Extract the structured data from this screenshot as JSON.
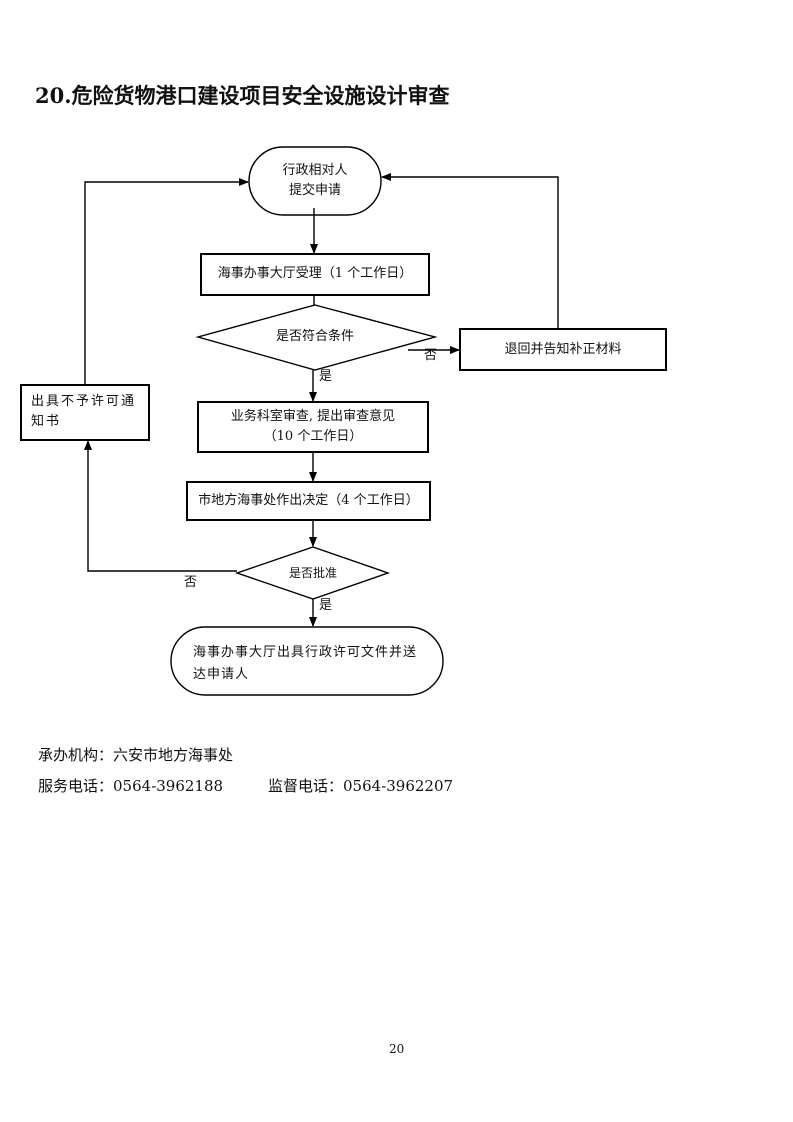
{
  "document": {
    "title": "20.危险货物港口建设项目安全设施设计审查",
    "page_number": "20"
  },
  "flowchart": {
    "start": {
      "line1": "行政相对人",
      "line2": "提交申请"
    },
    "step_accept": "海事办事大厅受理（1 个工作日）",
    "decision_conditions": "是否符合条件",
    "return_box": "退回并告知补正材料",
    "no_label_1": "否",
    "yes_label_1": "是",
    "step_review": {
      "line1": "业务科室审查, 提出审查意见",
      "line2": "（10 个工作日）"
    },
    "step_decide": "市地方海事处作出决定（4 个工作日）",
    "decision_approve": "是否批准",
    "no_label_2": "否",
    "yes_label_2": "是",
    "reject_box": {
      "line1": "出具不予许可通",
      "line2": "知书"
    },
    "end": {
      "line1": "海事办事大厅出具行政许可文件并送",
      "line2": "达申请人"
    }
  },
  "footer": {
    "agency_label": "承办机构：",
    "agency_value": "六安市地方海事处",
    "service_phone_label": "服务电话：",
    "service_phone_value": "0564-3962188",
    "supervise_phone_label": "监督电话：",
    "supervise_phone_value": "0564-3962207"
  }
}
